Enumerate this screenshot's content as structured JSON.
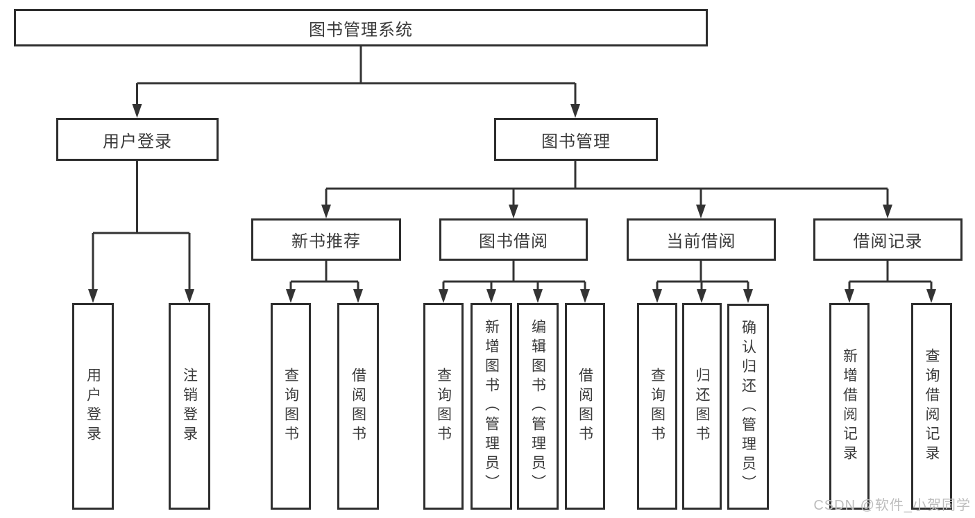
{
  "nodes": {
    "root": "图书管理系统",
    "user_login": "用户登录",
    "book_mgmt": "图书管理",
    "new_book_rec": "新书推荐",
    "book_borrow": "图书借阅",
    "current_borrow": "当前借阅",
    "borrow_records": "借阅记录",
    "ul_user_login": "用户登录",
    "ul_logout": "注销登录",
    "nbr_query_books": "查询图书",
    "nbr_borrow_books": "借阅图书",
    "bb_query_books": "查询图书",
    "bb_add_books": "新增图书（管理员）",
    "bb_edit_books": "编辑图书（管理员）",
    "bb_borrow_books": "借阅图书",
    "cb_query_books": "查询图书",
    "cb_return_books": "归还图书",
    "cb_confirm_return": "确认归还（管理员）",
    "br_add_record": "新增借阅记录",
    "br_query_record": "查询借阅记录"
  },
  "watermark": {
    "text": "CSDN @软件_小贺同学"
  },
  "colors": {
    "line": "#333333",
    "border": "#2e2e2e",
    "text": "#3a3a3a",
    "background": "#ffffff",
    "watermark": "#bdbdbd"
  }
}
